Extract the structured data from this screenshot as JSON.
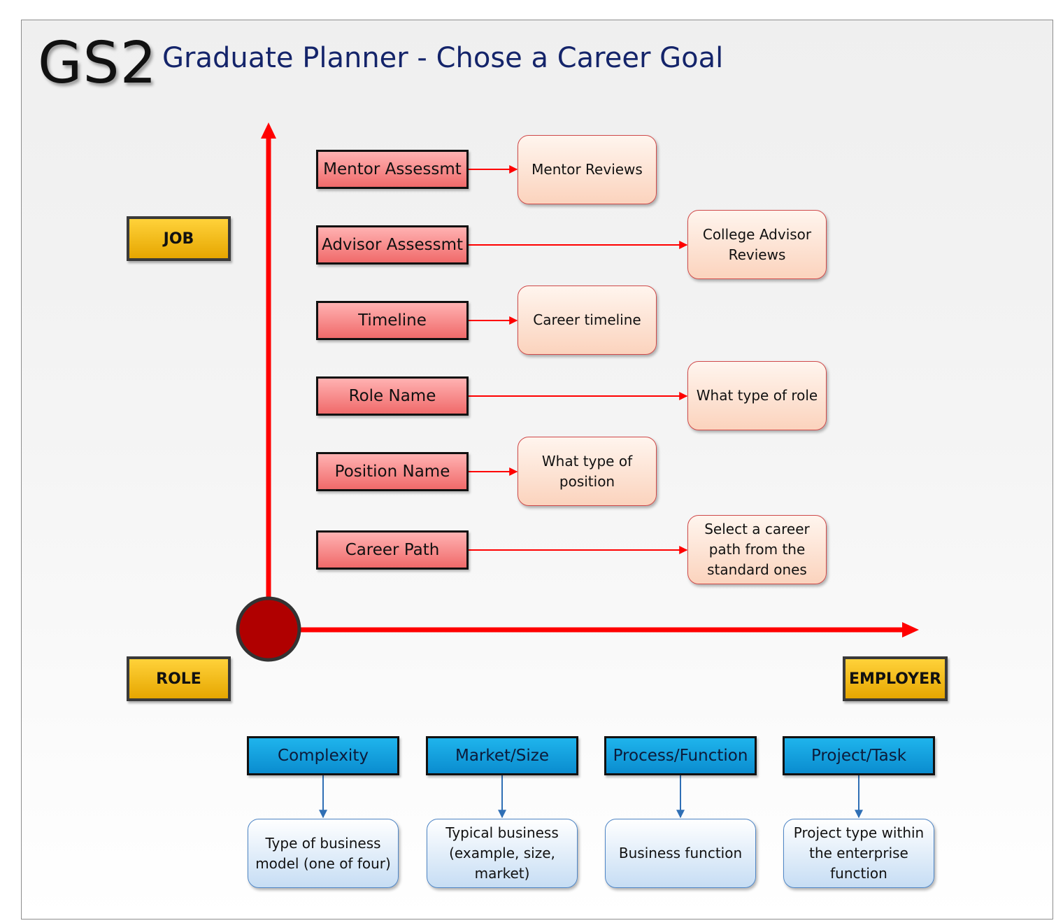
{
  "header": {
    "logo": "GS2",
    "title": "Graduate Planner - Chose a Career Goal"
  },
  "axes": {
    "vertical": "JOB",
    "origin": "ROLE",
    "horizontal": "EMPLOYER"
  },
  "job_attributes": [
    {
      "label": "Mentor Assessmt",
      "note": "Mentor Reviews"
    },
    {
      "label": "Advisor Assessmt",
      "note": "College Advisor Reviews"
    },
    {
      "label": "Timeline",
      "note": "Career timeline"
    },
    {
      "label": "Role Name",
      "note": "What type of role"
    },
    {
      "label": "Position Name",
      "note": "What type of position"
    },
    {
      "label": "Career Path",
      "note": "Select a career path from the standard ones"
    }
  ],
  "employer_dimensions": [
    {
      "label": "Complexity",
      "note": "Type of business model (one of four)"
    },
    {
      "label": "Market/Size",
      "note": "Typical business (example, size, market)"
    },
    {
      "label": "Process/Function",
      "note": "Business function"
    },
    {
      "label": "Project/Task",
      "note": "Project type within the enterprise function"
    }
  ],
  "colors": {
    "axis": "#ff0000",
    "origin": "#b00000",
    "attribute_fill": "#f47c7c",
    "dimension_fill": "#0fa0df",
    "label_fill": "#f2b705",
    "title": "#14246a"
  }
}
